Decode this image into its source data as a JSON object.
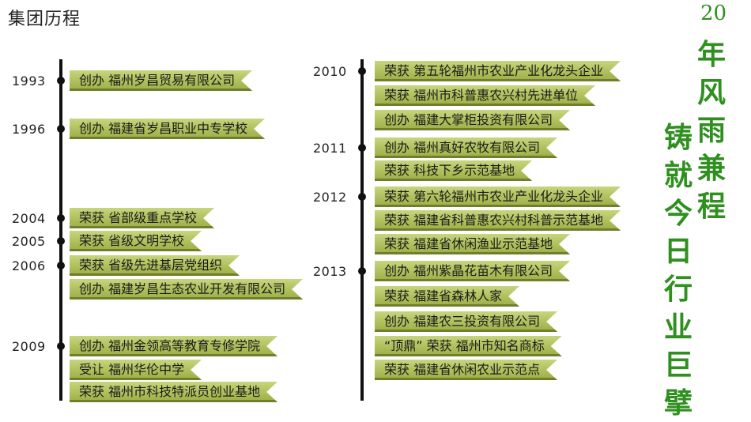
{
  "title": "集团历程",
  "left_timeline": [
    {
      "year": "1993",
      "events": [
        "创办  福州岁昌贸易有限公司"
      ]
    },
    {
      "year": "1996",
      "events": [
        "创办  福建省岁昌职业中专学校"
      ]
    },
    {
      "year": "2004",
      "events": [
        "荣获  省部级重点学校"
      ]
    },
    {
      "year": "2005",
      "events": [
        "荣获  省级文明学校"
      ]
    },
    {
      "year": "2006",
      "events": [
        "荣获  省级先进基层党组织",
        "创办  福建岁昌生态农业开发有限公司"
      ]
    },
    {
      "year": "2009",
      "events": [
        "创办  福州金领高等教育专修学院",
        "受让  福州华伦中学",
        "荣获  福州市科技特派员创业基地"
      ]
    }
  ],
  "right_timeline": [
    {
      "year": "2010",
      "events": [
        "荣获  第五轮福州市农业产业化龙头企业",
        "荣获  福州市科普惠农兴村先进单位",
        "创办  福建大掌柜投资有限公司"
      ]
    },
    {
      "year": "2011",
      "events": [
        "创办  福州真好农牧有限公司",
        "荣获  科技下乡示范基地"
      ]
    },
    {
      "year": "2012",
      "events": [
        "荣获  第六轮福州市农业产业化龙头企业",
        "荣获  福建省科普惠农兴村科普示范基地",
        "荣获  福建省休闲渔业示范基地"
      ]
    },
    {
      "year": "2013",
      "events": [
        "创办  福州紫晶花苗木有限公司",
        "荣获  福建省森林人家",
        "创办  福建农三投资有限公司",
        "“顶鼎”  荣获   福州市知名商标",
        "荣获  福建省休闲农业示范点"
      ]
    }
  ],
  "slogan": {
    "line1": [
      "20",
      "年",
      "风",
      "雨",
      "兼",
      "程"
    ],
    "line2": [
      "铸",
      "就",
      "今",
      "日",
      "行",
      "业",
      "巨",
      "擘"
    ],
    "color": "#2f8f1f"
  }
}
